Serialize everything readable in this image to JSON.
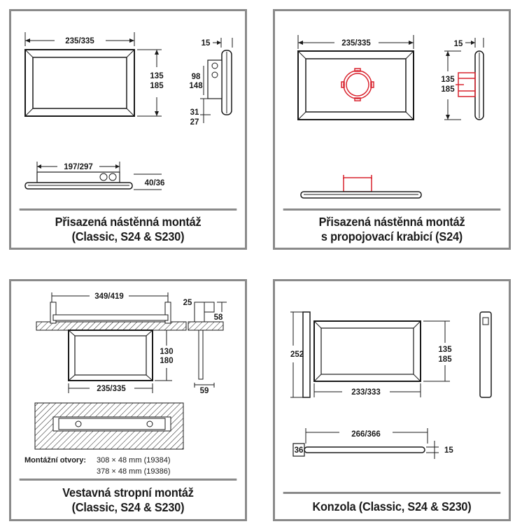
{
  "panels": [
    {
      "caption": [
        "Přisazená nástěnná montáž",
        "(Classic, S24 & S230)"
      ],
      "labels": {
        "width": "235/335",
        "depth": "15",
        "h1": "135",
        "h2": "185",
        "hole1": "98",
        "hole2": "148",
        "b1": "31",
        "b2": "27",
        "bottom_w": "197/297",
        "bottom_h": "40/36"
      }
    },
    {
      "caption": [
        "Přisazená nástěnná montáž",
        "s propojovací krabicí (S24)"
      ],
      "labels": {
        "width": "235/335",
        "depth": "15",
        "h1": "135",
        "h2": "185"
      }
    },
    {
      "caption": [
        "Vestavná stropní montáž",
        "(Classic, S24 & S230)"
      ],
      "labels": {
        "top_w": "349/419",
        "d25": "25",
        "d58": "58",
        "h1": "130",
        "h2": "180",
        "bottom_w": "235/335",
        "d59": "59"
      },
      "openings": {
        "label": "Montážní otvory:",
        "line1": "308 × 48 mm (19384)",
        "line2": "378 × 48 mm (19386)"
      }
    },
    {
      "caption": [
        "Konzola (Classic, S24 & S230)"
      ],
      "labels": {
        "h252": "252",
        "h1": "135",
        "h2": "185",
        "bottom_w": "233/333",
        "rail_w": "266/366",
        "d36": "36",
        "d15": "15"
      }
    }
  ],
  "colors": {
    "frame": "#8a8a8a",
    "line": "#1a1a1a",
    "accent": "#d9232e"
  }
}
